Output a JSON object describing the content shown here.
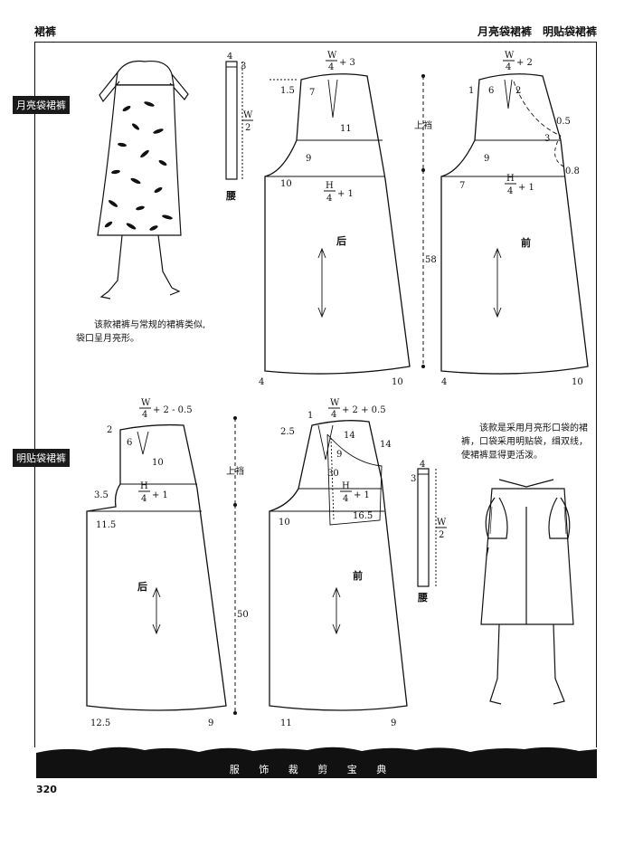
{
  "header": {
    "left_title": "裙裤",
    "right_title": "月亮袋裙裤　明贴袋裙裤"
  },
  "sections": {
    "tag_1": "月亮袋裙裤",
    "tag_2": "明贴袋裙裤"
  },
  "captions": {
    "caption_1": "该款裙裤与常规的裙裤类似,袋口呈月亮形。",
    "caption_2": "该款是采用月亮形口袋的裙裤，口袋采用明贴袋，缉双线，使裙裤显得更活泼。"
  },
  "pattern_1": {
    "waistband": {
      "n4": "4",
      "n3": "3",
      "w_top": "W",
      "w_bot": "2",
      "label": "腰"
    },
    "back": {
      "waist_top": "W",
      "waist_bot": "4",
      "waist_plus": "+ 3",
      "n15": "1.5",
      "n7": "7",
      "n11": "11",
      "n9": "9",
      "n10": "10",
      "hip_top": "H",
      "hip_bot": "4",
      "hip_plus": "+ 1",
      "label": "后",
      "hem_left": "4",
      "hem_right": "10"
    },
    "side_labels": {
      "upper": "上裆",
      "length": "58"
    },
    "front": {
      "waist_top": "W",
      "waist_bot": "4",
      "waist_plus": "+ 2",
      "n1": "1",
      "n6": "6",
      "n2": "2",
      "n05": "0.5",
      "n3": "3",
      "n9": "9",
      "n7": "7",
      "n08": "0.8",
      "hip_top": "H",
      "hip_bot": "4",
      "hip_plus": "+ 1",
      "label": "前",
      "hem_left": "4",
      "hem_right": "10"
    }
  },
  "pattern_2": {
    "back": {
      "waist_top": "W",
      "waist_bot": "4",
      "waist_plus": "+ 2 - 0.5",
      "n2": "2",
      "n6": "6",
      "n10": "10",
      "n35": "3.5",
      "n115": "11.5",
      "hip_top": "H",
      "hip_bot": "4",
      "hip_plus": "+ 1",
      "label": "后",
      "hem_left": "12.5",
      "hem_right": "9"
    },
    "side_labels": {
      "upper": "上裆",
      "length": "50"
    },
    "front": {
      "waist_top": "W",
      "waist_bot": "4",
      "waist_plus": "+ 2 + 0.5",
      "n1": "1",
      "n25": "2.5",
      "n14a": "14",
      "n14b": "14",
      "n9": "9",
      "n30": "30",
      "n10": "10",
      "n165": "16.5",
      "hip_top": "H",
      "hip_bot": "4",
      "hip_plus": "+ 1",
      "label": "前",
      "hem_left": "11",
      "hem_right": "9"
    },
    "waistband": {
      "n4": "4",
      "n3": "3",
      "w_top": "W",
      "w_bot": "2",
      "label": "腰"
    }
  },
  "footer": {
    "banner": "服 饰 裁 剪 宝 典",
    "page_number": "320"
  }
}
